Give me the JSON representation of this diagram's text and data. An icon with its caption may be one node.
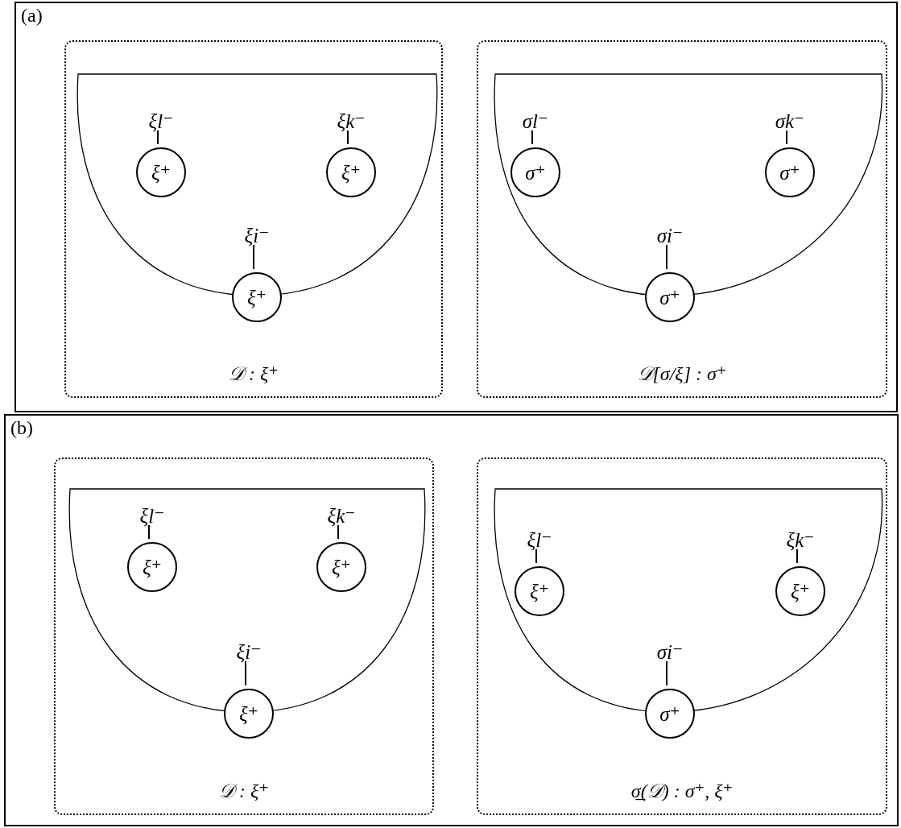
{
  "diagram": {
    "nodes": [
      {
        "text": [
          "(a)"
        ]
      },
      {
        "text": [
          "𝒟 : ξ⁺"
        ],
        "in": 0
      },
      {
        "text": [
          "ξl⁻"
        ],
        "in": 1
      },
      {
        "text": [
          "ξk⁻"
        ],
        "in": 1
      },
      {
        "text": [
          "ξ⁺"
        ],
        "in": 1
      },
      {
        "text": [
          "ξ⁺"
        ],
        "in": 1
      },
      {
        "text": [
          "ξi⁻"
        ],
        "in": 1
      },
      {
        "text": [
          "ξ⁺"
        ],
        "in": 1
      },
      {
        "text": [
          "𝒟[σ/ξ] : σ⁺"
        ],
        "in": 0
      },
      {
        "text": [
          "σl⁻"
        ],
        "in": 8
      },
      {
        "text": [
          "σk⁻"
        ],
        "in": 8
      },
      {
        "text": [
          "σ⁺"
        ],
        "in": 8
      },
      {
        "text": [
          "σ⁺"
        ],
        "in": 8
      },
      {
        "text": [
          "σi⁻"
        ],
        "in": 8
      },
      {
        "text": [
          "σ⁺"
        ],
        "in": 8
      },
      {
        "text": [
          "(b)"
        ]
      },
      {
        "text": [
          "𝒟 : ξ⁺"
        ],
        "in": 15
      },
      {
        "text": [
          "ξl⁻"
        ],
        "in": 16
      },
      {
        "text": [
          "ξk⁻"
        ],
        "in": 16
      },
      {
        "text": [
          "ξ⁺"
        ],
        "in": 16
      },
      {
        "text": [
          "ξ⁺"
        ],
        "in": 16
      },
      {
        "text": [
          "ξi⁻"
        ],
        "in": 16
      },
      {
        "text": [
          "ξ⁺"
        ],
        "in": 16
      },
      {
        "text": [
          "σ̲(𝒟) : σ⁺, ξ⁺"
        ],
        "in": 15
      },
      {
        "text": [
          "ξl⁻"
        ],
        "in": 23
      },
      {
        "text": [
          "ξk⁻"
        ],
        "in": 23
      },
      {
        "text": [
          "ξ⁺"
        ],
        "in": 23
      },
      {
        "text": [
          "ξ⁺"
        ],
        "in": 23
      },
      {
        "text": [
          "σi⁻"
        ],
        "in": 23
      },
      {
        "text": [
          "σ⁺"
        ],
        "in": 23
      }
    ],
    "edges": [
      {
        "from": 2,
        "to": 4,
        "arrow": "none"
      },
      {
        "from": 3,
        "to": 5,
        "arrow": "none"
      },
      {
        "from": 6,
        "to": 7,
        "arrow": "none"
      },
      {
        "from": 9,
        "to": 11,
        "arrow": "none"
      },
      {
        "from": 10,
        "to": 12,
        "arrow": "none"
      },
      {
        "from": 13,
        "to": 14,
        "arrow": "none"
      },
      {
        "from": 17,
        "to": 19,
        "arrow": "none"
      },
      {
        "from": 18,
        "to": 20,
        "arrow": "none"
      },
      {
        "from": 21,
        "to": 22,
        "arrow": "none"
      },
      {
        "from": 24,
        "to": 26,
        "arrow": "none"
      },
      {
        "from": 25,
        "to": 27,
        "arrow": "none"
      },
      {
        "from": 28,
        "to": 29,
        "arrow": "none"
      }
    ]
  }
}
